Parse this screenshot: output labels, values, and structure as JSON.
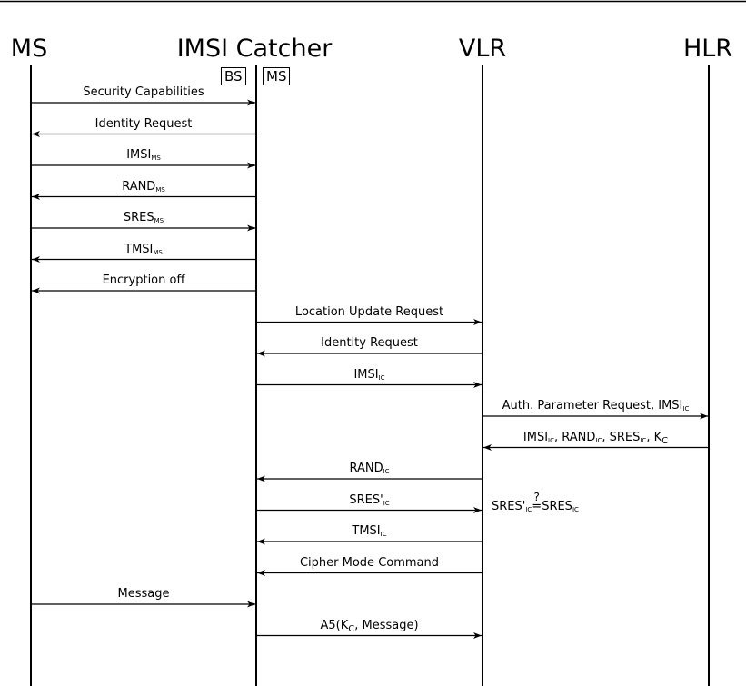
{
  "actors": {
    "ms": "MS",
    "imsi_catcher": "IMSI Catcher",
    "vlr": "VLR",
    "hlr": "HLR",
    "bs_box": "BS",
    "ms_box": "MS"
  },
  "messages": [
    {
      "text": "Security Capabilities",
      "from": "MS",
      "to": "IMSI Catcher"
    },
    {
      "text": "Identity Request",
      "from": "IMSI Catcher",
      "to": "MS"
    },
    {
      "text": "IMSI",
      "sub": "MS",
      "from": "MS",
      "to": "IMSI Catcher"
    },
    {
      "text": "RAND",
      "sub": "MS",
      "from": "IMSI Catcher",
      "to": "MS"
    },
    {
      "text": "SRES",
      "sub": "MS",
      "from": "MS",
      "to": "IMSI Catcher"
    },
    {
      "text": "TMSI",
      "sub": "MS",
      "from": "IMSI Catcher",
      "to": "MS"
    },
    {
      "text": "Encryption off",
      "from": "IMSI Catcher",
      "to": "MS"
    },
    {
      "text": "Location Update Request",
      "from": "IMSI Catcher",
      "to": "VLR"
    },
    {
      "text": "Identity Request",
      "from": "VLR",
      "to": "IMSI Catcher"
    },
    {
      "text": "IMSI",
      "sub": "IC",
      "from": "IMSI Catcher",
      "to": "VLR"
    },
    {
      "text": "Auth. Parameter Request, IMSI",
      "sub": "IC",
      "from": "VLR",
      "to": "HLR"
    },
    {
      "text": "IMSI, RAND, SRES, K",
      "parts": [
        "IMSI",
        "IC",
        ", RAND",
        "IC",
        ", SRES",
        "IC",
        ", K",
        "C"
      ],
      "from": "HLR",
      "to": "VLR"
    },
    {
      "text": "RAND",
      "sub": "IC",
      "from": "VLR",
      "to": "IMSI Catcher"
    },
    {
      "text": "SRES'",
      "sub": "IC",
      "from": "IMSI Catcher",
      "to": "VLR"
    },
    {
      "text": "TMSI",
      "sub": "IC",
      "from": "VLR",
      "to": "IMSI Catcher"
    },
    {
      "text": "Cipher Mode Command",
      "from": "VLR",
      "to": "IMSI Catcher"
    },
    {
      "text": "Message",
      "from": "MS",
      "to": "IMSI Catcher"
    },
    {
      "text": "A5(K, Message)",
      "parts": [
        "A5(K",
        "C",
        ", Message)"
      ],
      "from": "IMSI Catcher",
      "to": "VLR"
    }
  ],
  "note": {
    "left": "SRES'",
    "left_sub": "IC",
    "question": "?",
    "equals": "=",
    "right": "SRES",
    "right_sub": "IC"
  }
}
